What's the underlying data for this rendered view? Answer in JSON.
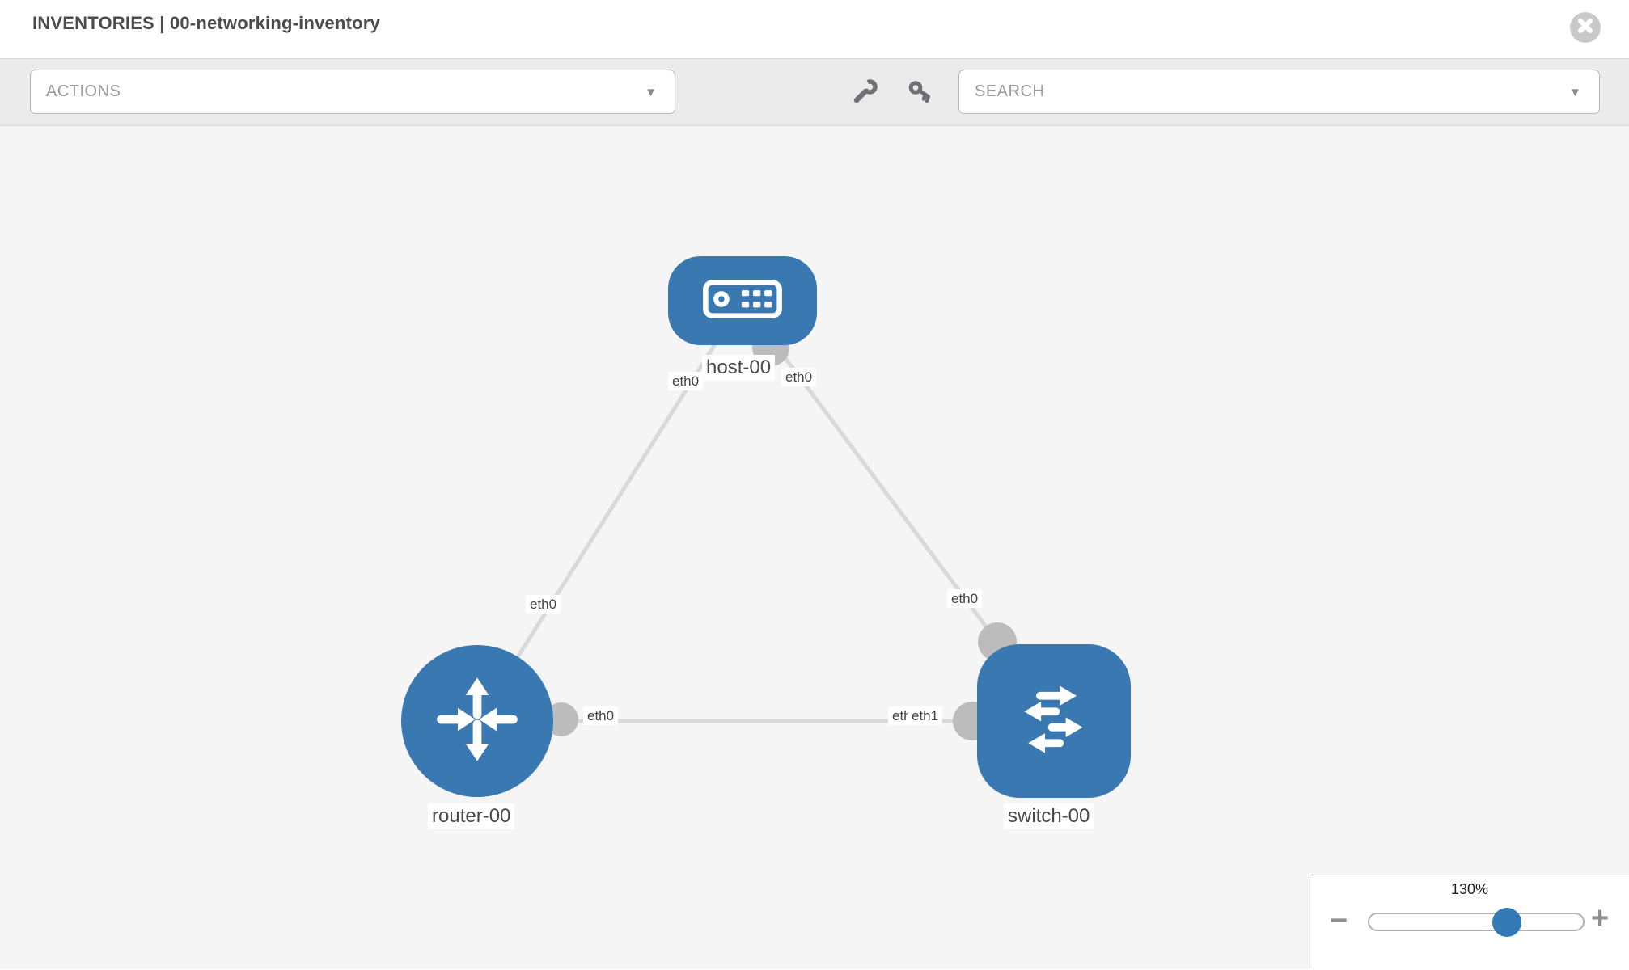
{
  "header": {
    "title": "INVENTORIES | 00-networking-inventory"
  },
  "toolbar": {
    "actions_label": "ACTIONS",
    "search_placeholder": "SEARCH"
  },
  "icons": {
    "caret_down": "▼",
    "close": "close-x",
    "wrench": "wrench",
    "key": "key",
    "minus": "−",
    "plus": "+"
  },
  "topology": {
    "nodes": [
      {
        "name": "host-00",
        "type": "host"
      },
      {
        "name": "router-00",
        "type": "router"
      },
      {
        "name": "switch-00",
        "type": "switch"
      }
    ],
    "links": [
      {
        "from": "host-00",
        "to": "router-00",
        "from_interface": "eth0",
        "to_interface": "eth0"
      },
      {
        "from": "host-00",
        "to": "switch-00",
        "from_interface": "eth0",
        "to_interface": "eth0"
      },
      {
        "from": "router-00",
        "to": "switch-00",
        "from_interface": "eth0",
        "to_interface_back": "eth0",
        "to_interface": "eth1"
      }
    ]
  },
  "zoom_control": {
    "level": "130%"
  },
  "colors": {
    "node_blue": "#3a78b1",
    "thumb_blue": "#337ab7",
    "link_gray": "#d9d9d9",
    "interface_gray": "#bcbcbc",
    "toolbar_bg": "#ebebeb",
    "canvas_bg": "#f5f5f5"
  }
}
